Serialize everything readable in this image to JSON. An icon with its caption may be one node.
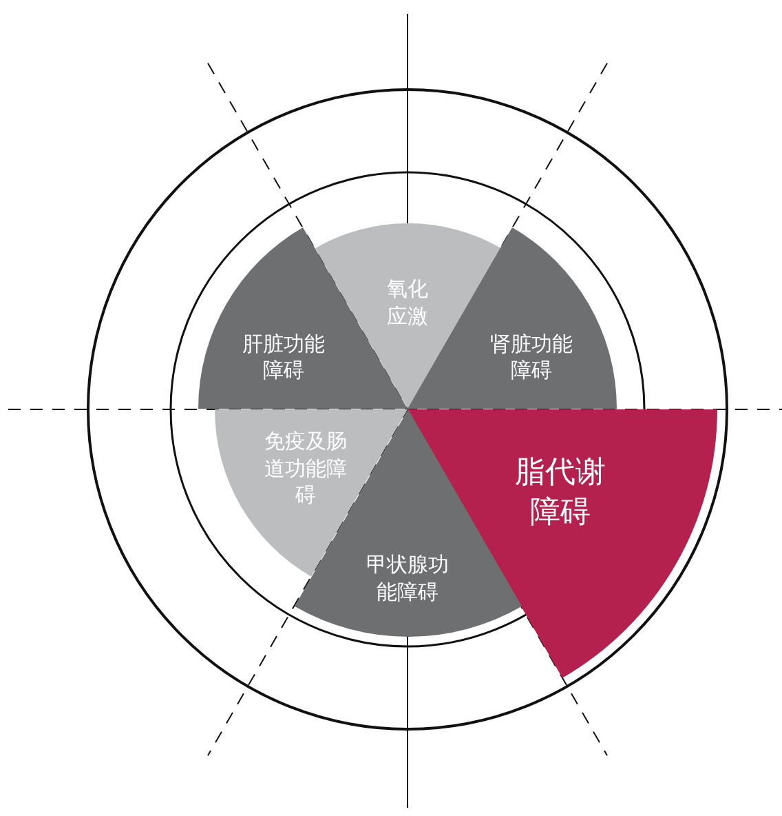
{
  "diagram": {
    "nodes": [
      {
        "text": [
          "氧化应激"
        ]
      },
      {
        "text": [
          "肝脏功能障碍"
        ]
      },
      {
        "text": [
          "肾脏功能障碍"
        ]
      },
      {
        "text": [
          "免疫及肠道功能障碍"
        ]
      },
      {
        "text": [
          "脂代谢障碍"
        ]
      },
      {
        "text": [
          "甲状腺功能障碍"
        ]
      }
    ]
  }
}
